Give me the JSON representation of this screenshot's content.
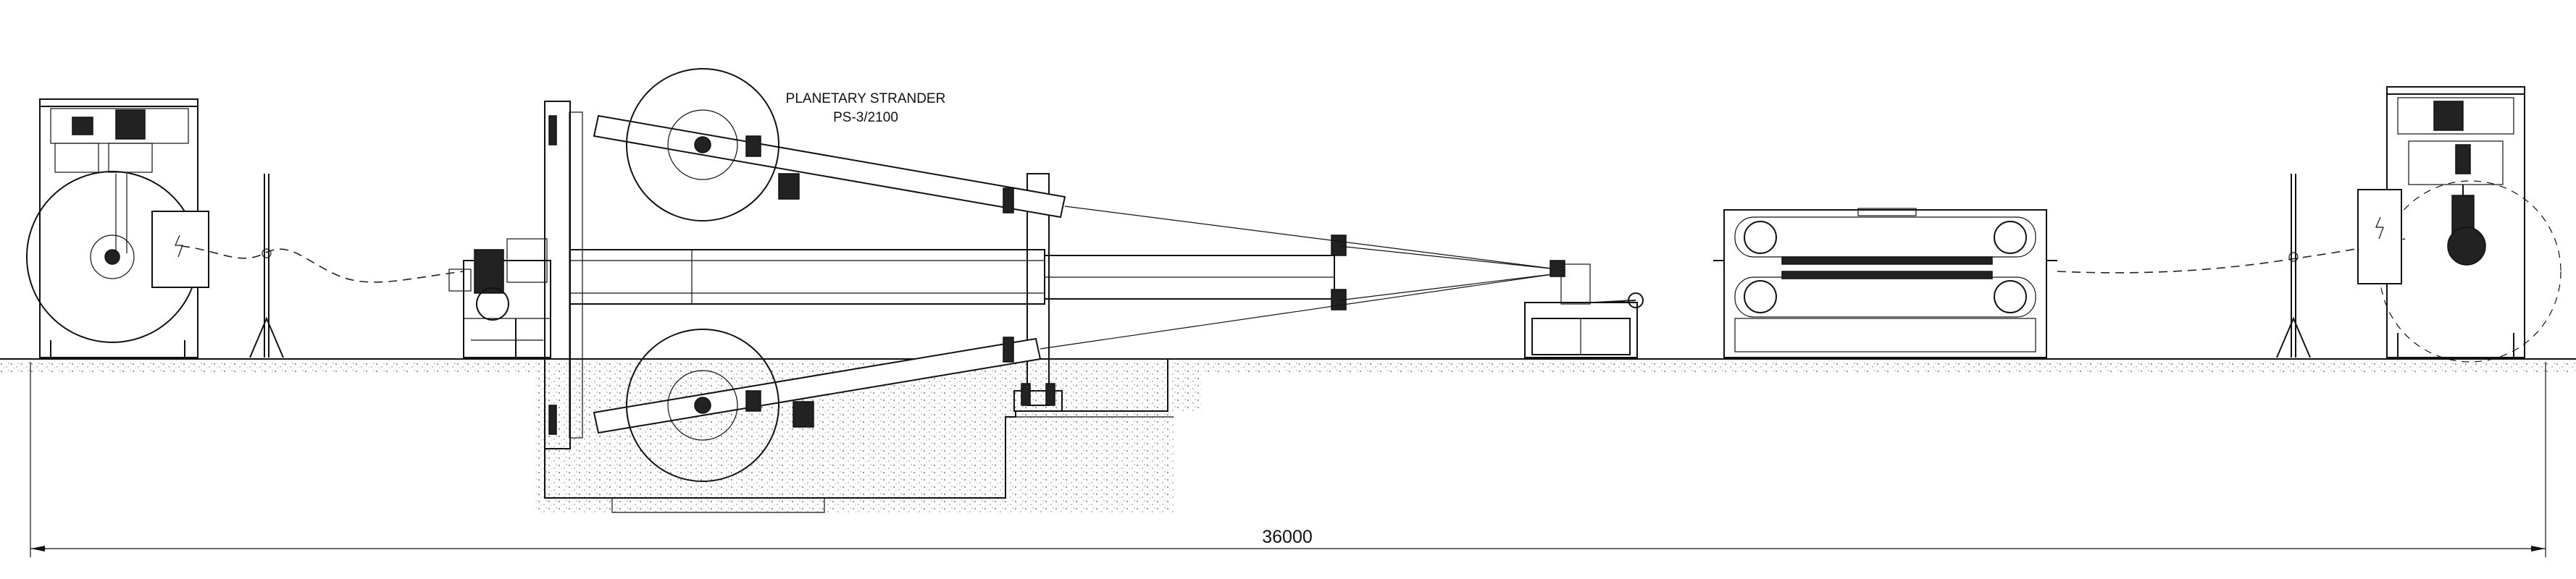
{
  "drawing": {
    "labels": {
      "title_line1": "PLANETARY STRANDER",
      "title_line2": "PS-3/2100",
      "overall_length": "36000"
    },
    "colors": {
      "line": "#111111",
      "background": "#ffffff",
      "ground_fill": "#dddddd"
    }
  }
}
